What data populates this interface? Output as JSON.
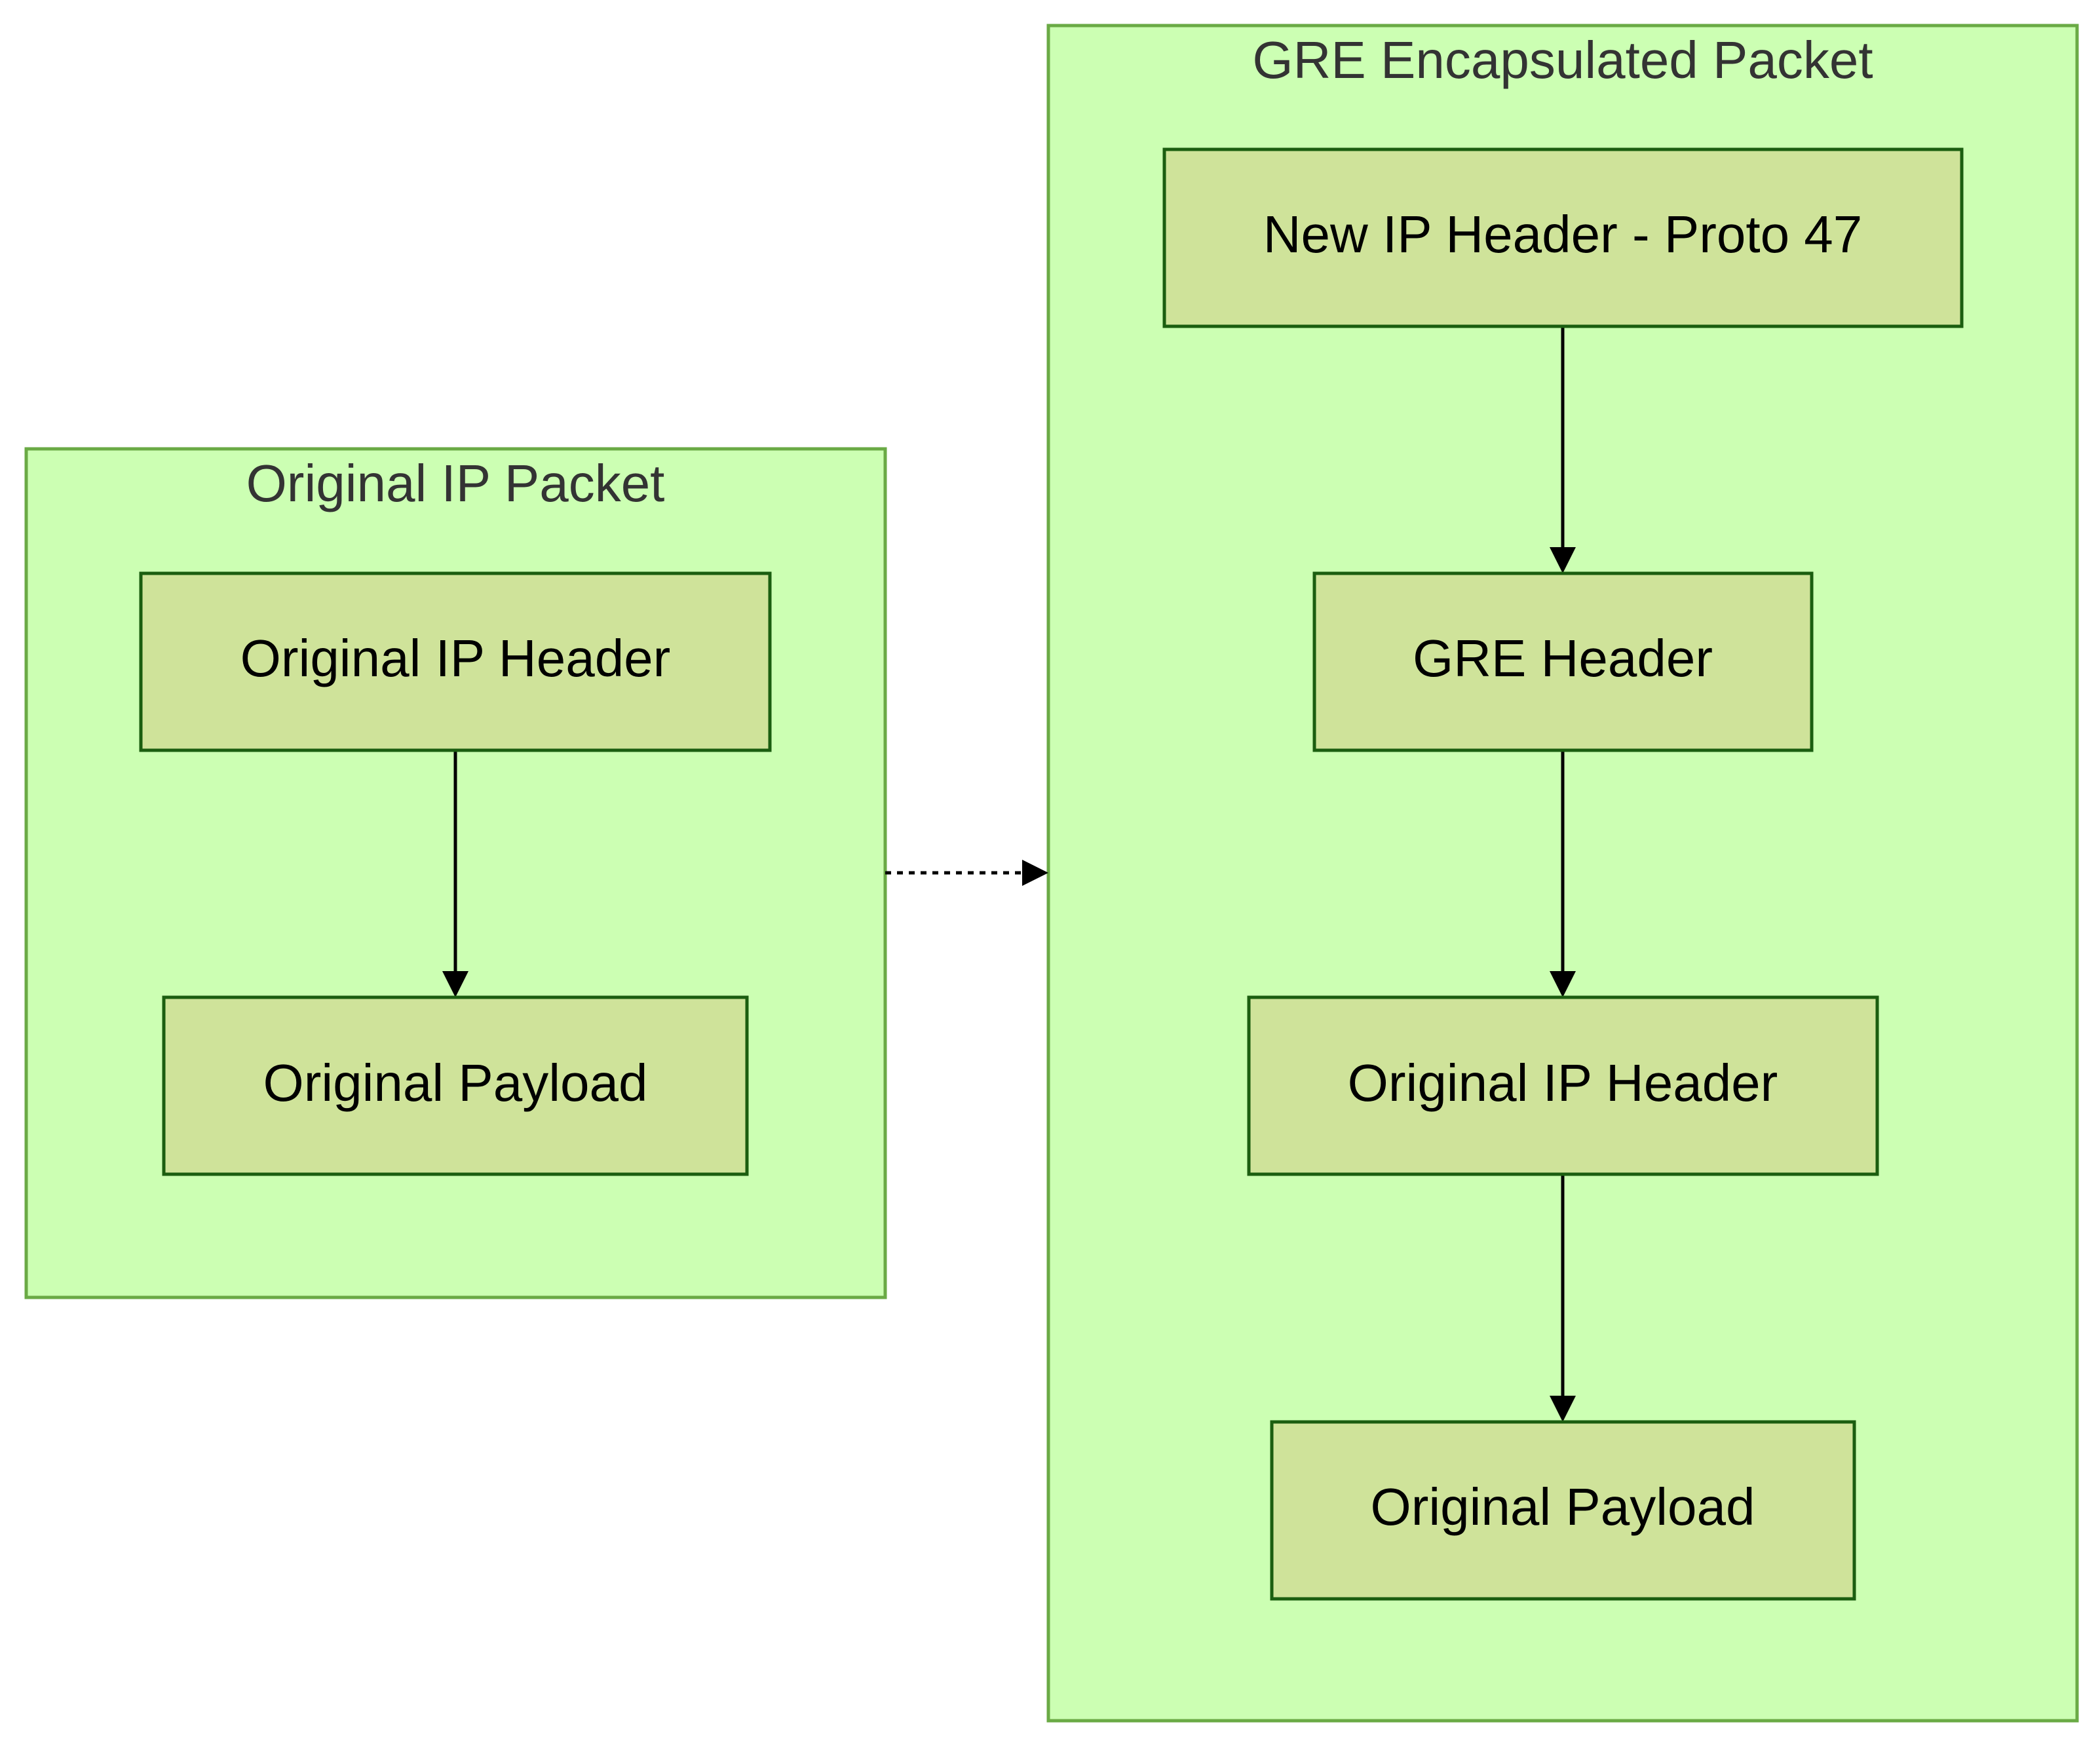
{
  "colors": {
    "cluster_fill": "#ccffb3",
    "cluster_stroke": "#6aaa45",
    "node_fill": "#cfe39a",
    "node_stroke": "#1b5e10",
    "edge": "#000000"
  },
  "clusters": {
    "original": {
      "title": "Original IP Packet",
      "nodes": {
        "ip_header": "Original IP Header",
        "payload": "Original Payload"
      }
    },
    "gre": {
      "title": "GRE Encapsulated Packet",
      "nodes": {
        "new_ip_header": "New IP Header - Proto 47",
        "gre_header": "GRE Header",
        "ip_header": "Original IP Header",
        "payload": "Original Payload"
      }
    }
  },
  "edges": [
    {
      "from": "Original IP Header",
      "to": "Original Payload",
      "style": "solid"
    },
    {
      "from": "Original IP Packet",
      "to": "GRE Encapsulated Packet",
      "style": "dotted"
    },
    {
      "from": "New IP Header - Proto 47",
      "to": "GRE Header",
      "style": "solid"
    },
    {
      "from": "GRE Header",
      "to": "Original IP Header",
      "style": "solid"
    },
    {
      "from": "Original IP Header",
      "to": "Original Payload",
      "style": "solid"
    }
  ]
}
